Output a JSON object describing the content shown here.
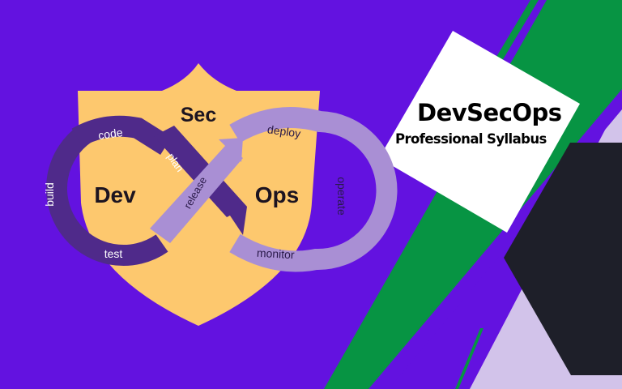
{
  "banner": {
    "title": "DevSecOps",
    "subtitle": "Professional Syllabus"
  },
  "diagram": {
    "shield_label": "Sec",
    "left_loop_label": "Dev",
    "right_loop_label": "Ops",
    "steps": {
      "code": "code",
      "build": "build",
      "test": "test",
      "plan": "plan",
      "release": "release",
      "deploy": "deploy",
      "operate": "operate",
      "monitor": "monitor"
    }
  },
  "colors": {
    "background_purple": "#6312e0",
    "shield_yellow": "#fdc86e",
    "dev_loop": "#4f2a8a",
    "ops_loop": "#a98fd4",
    "stripe_green": "#079443",
    "card_white": "#ffffff",
    "hexagon_dark": "#1e1f29",
    "lavender": "#d2c3ea"
  }
}
